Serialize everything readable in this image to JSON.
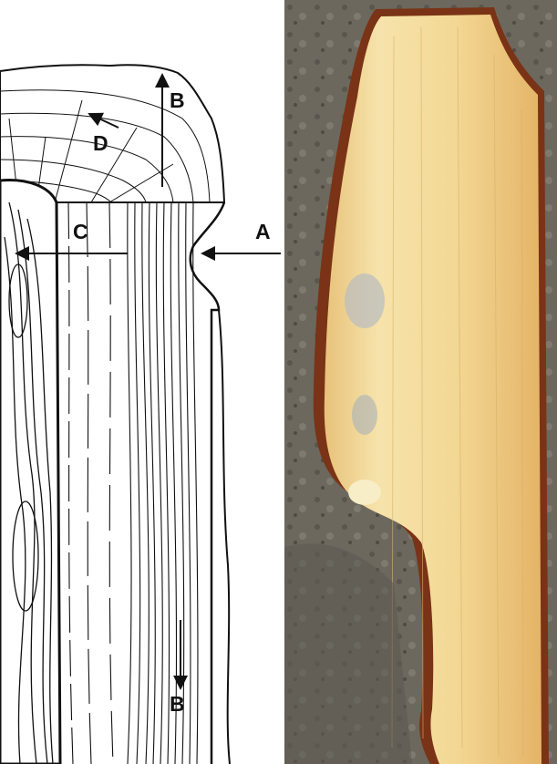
{
  "diagram": {
    "labels": {
      "a": "A",
      "b_top": "B",
      "b_bottom": "B",
      "c": "C",
      "d": "D"
    }
  },
  "colors": {
    "ink": "#111111",
    "wood_light": "#f1d89a",
    "wood_mid": "#e6c47f",
    "bark_edge": "#7a3316",
    "bark_gray": "#6f6b61"
  }
}
